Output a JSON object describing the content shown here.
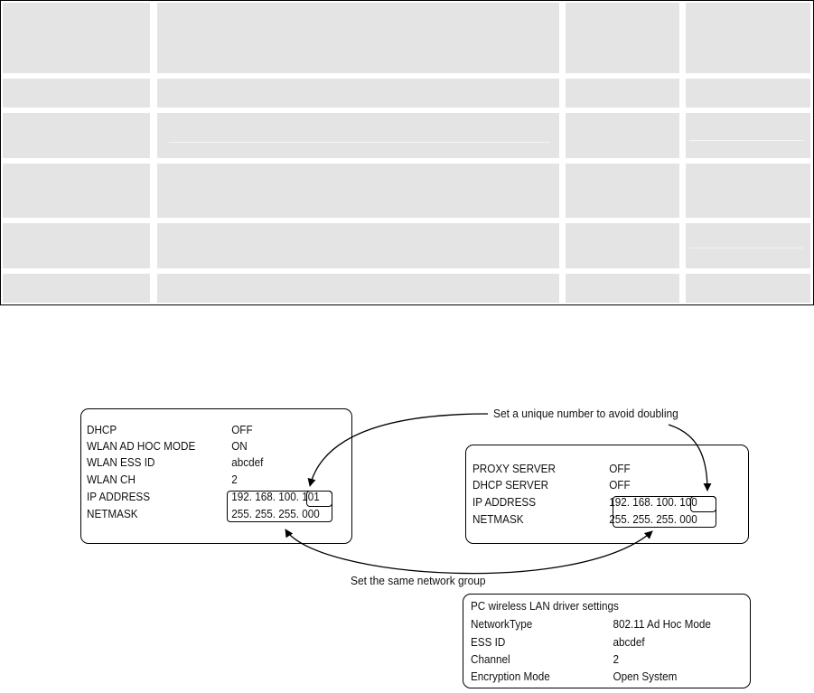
{
  "left_box": {
    "rows": [
      {
        "key": "DHCP",
        "value": "OFF"
      },
      {
        "key": "WLAN AD HOC MODE",
        "value": "ON"
      },
      {
        "key": "WLAN ESS ID",
        "value": "abcdef"
      },
      {
        "key": "WLAN CH",
        "value": "2"
      },
      {
        "key": "IP ADDRESS",
        "value_main": "192. 168. 100. ",
        "value_unique": "101"
      },
      {
        "key": "NETMASK",
        "value": "255. 255. 255. 000"
      }
    ]
  },
  "right_box": {
    "rows": [
      {
        "key": "PROXY SERVER",
        "value": "OFF"
      },
      {
        "key": "DHCP SERVER",
        "value": "OFF"
      },
      {
        "key": "IP ADDRESS",
        "value_main": "192. 168. 100. ",
        "value_unique": "100"
      },
      {
        "key": "NETMASK",
        "value": "255. 255. 255. 000"
      }
    ]
  },
  "pc_box": {
    "title": "PC wireless LAN driver settings",
    "rows": [
      {
        "key": "NetworkType",
        "value": "802.11 Ad Hoc Mode"
      },
      {
        "key": "ESS ID",
        "value": "abcdef"
      },
      {
        "key": "Channel",
        "value": "2"
      },
      {
        "key": "Encryption Mode",
        "value": "Open System"
      }
    ]
  },
  "notes": {
    "unique": "Set a unique number to avoid doubling",
    "same_group": "Set the same network group"
  }
}
